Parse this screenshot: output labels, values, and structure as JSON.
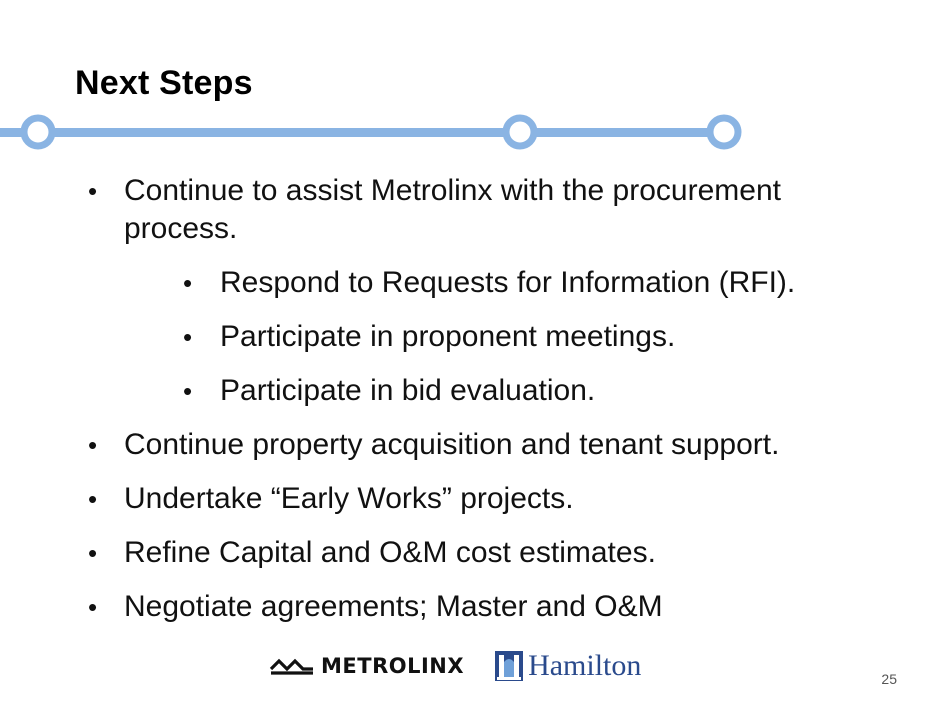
{
  "slide": {
    "title": "Next Steps",
    "accent_color": "#8ab4e3",
    "bullets": [
      {
        "level": 1,
        "text": "Continue to assist Metrolinx with the procurement process."
      },
      {
        "level": 2,
        "text": "Respond to Requests for Information (RFI)."
      },
      {
        "level": 2,
        "text": "Participate in proponent meetings."
      },
      {
        "level": 2,
        "text": "Participate in bid evaluation."
      },
      {
        "level": 1,
        "text": "Continue property acquisition and tenant support."
      },
      {
        "level": 1,
        "text": "Undertake “Early Works” projects."
      },
      {
        "level": 1,
        "text": "Refine Capital and O&M cost estimates."
      },
      {
        "level": 1,
        "text": "Negotiate agreements; Master and O&M"
      }
    ],
    "bullet_glyph": "•",
    "logos": {
      "metrolinx": "METROLINX",
      "hamilton": "Hamilton"
    },
    "page_number": "25"
  }
}
